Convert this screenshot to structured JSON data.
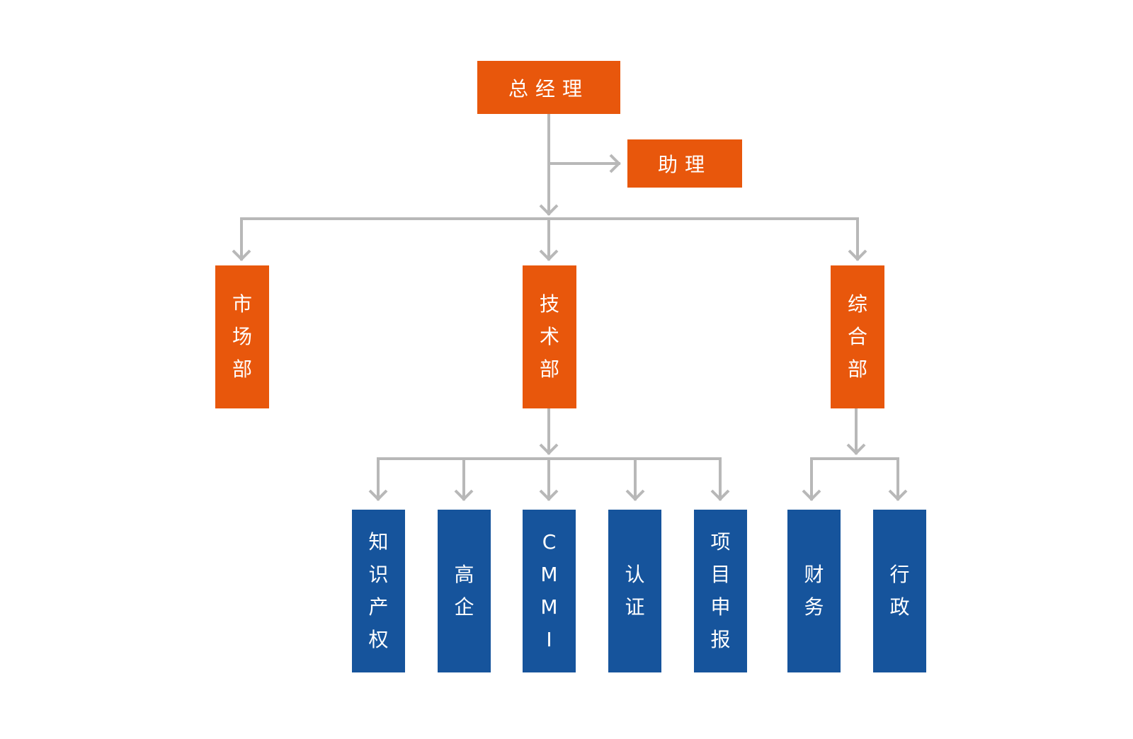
{
  "colors": {
    "manager_fill": "#e8570c",
    "team_fill": "#16549c",
    "connector": "#b8b8b8",
    "text": "#ffffff"
  },
  "nodes": {
    "general_manager": "总经理",
    "assistant": "助理",
    "market_dept": "市场部",
    "tech_dept": "技术部",
    "admin_dept": "综合部",
    "ip": "知识产权",
    "high_tech": "高企",
    "cmmi": "CMMI",
    "certification": "认证",
    "project_filing": "项目申报",
    "finance": "财务",
    "administration": "行政"
  }
}
